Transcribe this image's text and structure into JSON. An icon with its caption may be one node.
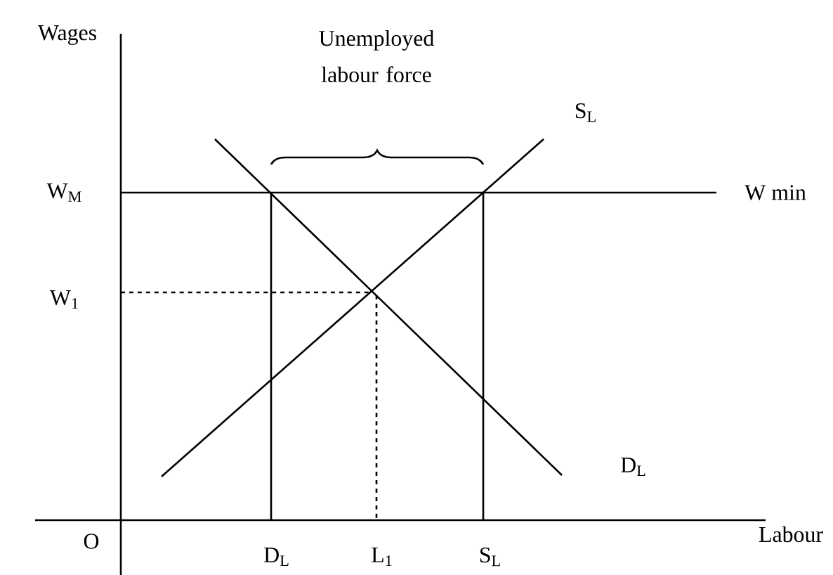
{
  "diagram": {
    "labels": [
      "Wages",
      "Unemployed labour force",
      "S$_{L}$",
      "W$_{M}$",
      "W min",
      "W$_{1}$",
      "D$_{L}$",
      "O",
      "D$_{L}$",
      "L$_{1}$",
      "S$_{L}$",
      "Labour"
    ]
  }
}
